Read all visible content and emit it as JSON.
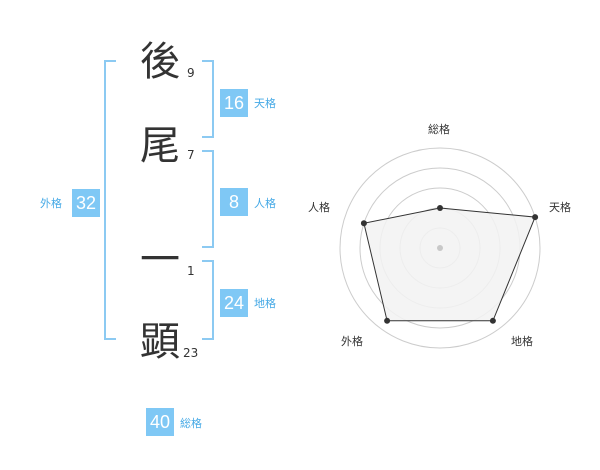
{
  "name": [
    {
      "char": "後",
      "strokes": "9"
    },
    {
      "char": "尾",
      "strokes": "7"
    },
    {
      "char": "一",
      "strokes": "1"
    },
    {
      "char": "顕",
      "strokes": "23"
    }
  ],
  "fortunes": {
    "tenkaku": {
      "value": "16",
      "label": "天格"
    },
    "jinkaku": {
      "value": "8",
      "label": "人格"
    },
    "chikaku": {
      "value": "24",
      "label": "地格"
    },
    "gaikaku": {
      "value": "32",
      "label": "外格"
    },
    "soukaku": {
      "value": "40",
      "label": "総格"
    }
  },
  "radar": {
    "axes": [
      "総格",
      "天格",
      "地格",
      "外格",
      "人格"
    ],
    "levels": 5,
    "scores": [
      2,
      5,
      4.5,
      4.5,
      4
    ],
    "max": 5,
    "fill_color": "#f2f2f2",
    "grid_color": "#cccccc",
    "line_color": "#333333"
  },
  "colors": {
    "accent": "#7fc8f5",
    "accent_text": "#45a9e6",
    "bracket": "#8ccaf2"
  }
}
